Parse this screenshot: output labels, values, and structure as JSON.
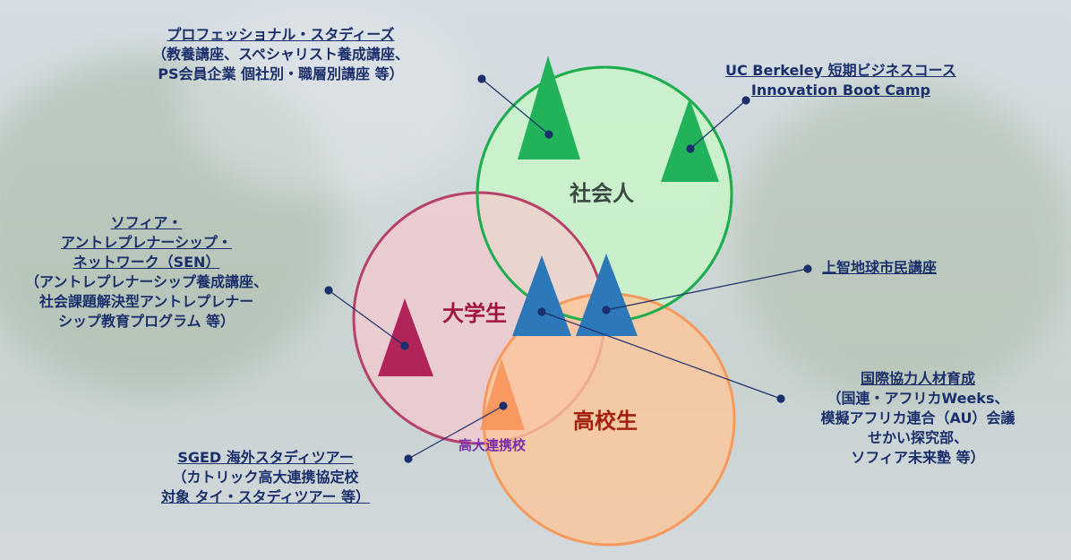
{
  "colors": {
    "text": "#1a2f6b",
    "green": "#22b35a",
    "red": "#b0245a",
    "blue": "#2d78b8",
    "orange": "#f7a064"
  },
  "circles": {
    "working": "社会人",
    "university": "大学生",
    "highschool": "高校生",
    "partner": "高大連携校"
  },
  "programs": {
    "professional": {
      "title": "プロフェッショナル・スタディーズ",
      "lines": [
        "（教養講座、スペシャリスト養成講座、",
        "PS会員企業 個社別・職層別講座 等）"
      ]
    },
    "berkeley": {
      "title1": "UC Berkeley 短期ビジネスコース",
      "title2": "Innovation Boot Camp"
    },
    "sen": {
      "title": [
        "ソフィア・",
        "アントレプレナーシップ・",
        "ネットワーク（SEN）"
      ],
      "lines": [
        "（アントレプレナーシップ養成講座、",
        "社会課題解決型アントレプレナー",
        "シップ教育プログラム 等）"
      ]
    },
    "citizen": {
      "title": "上智地球市民講座"
    },
    "intl": {
      "title": "国際協力人材育成",
      "lines": [
        "（国連・アフリカWeeks、",
        "模擬アフリカ連合（AU）会議",
        "せかい探究部、",
        "ソフィア未来塾 等）"
      ]
    },
    "sged": {
      "title": "SGED 海外スタディツアー",
      "lines": [
        "（カトリック高大連携協定校",
        "対象 タイ・スタディツアー 等）"
      ]
    }
  }
}
